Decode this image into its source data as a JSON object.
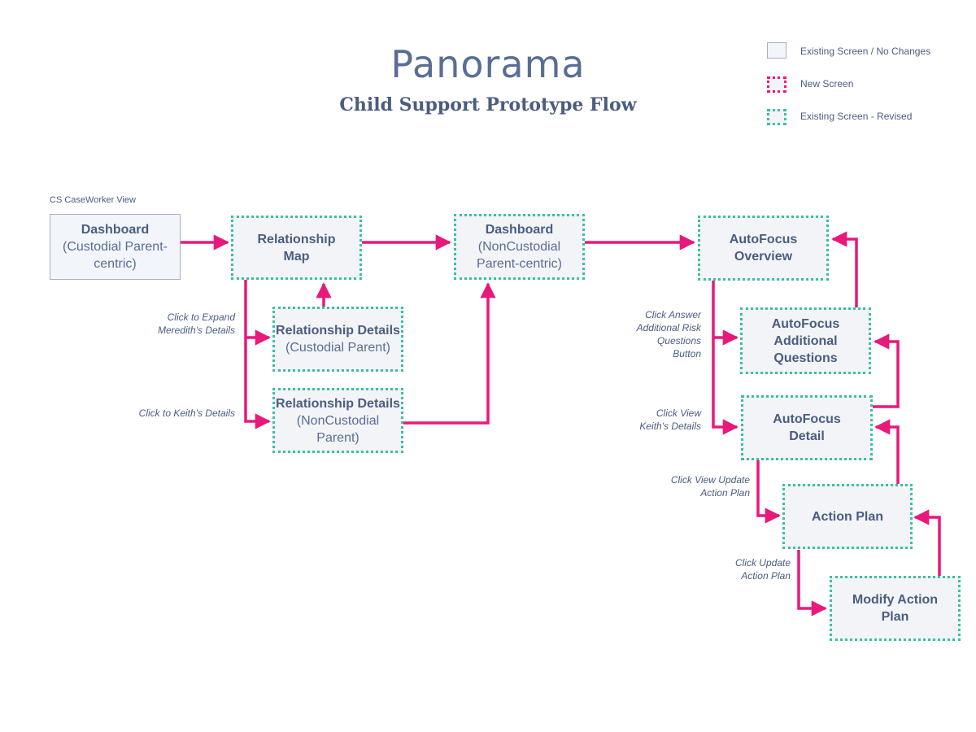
{
  "header": {
    "title": "Panorama",
    "subtitle": "Child Support Prototype Flow"
  },
  "legend": [
    {
      "style": "existing",
      "label": "Existing Screen / No Changes"
    },
    {
      "style": "new",
      "label": "New Screen"
    },
    {
      "style": "revised",
      "label": "Existing Screen - Revised"
    }
  ],
  "view_label": "CS CaseWorker View",
  "nodes": {
    "dashboard_cp": {
      "title": "Dashboard",
      "sub": "(Custodial Parent-centric)"
    },
    "relationship_map": {
      "title": "Relationship Map",
      "sub": ""
    },
    "rel_details_cp": {
      "title": "Relationship Details",
      "sub": "(Custodial Parent)"
    },
    "rel_details_ncp": {
      "title": "Relationship Details",
      "sub": "(NonCustodial Parent)"
    },
    "dashboard_ncp": {
      "title": "Dashboard",
      "sub": "(NonCustodial Parent-centric)"
    },
    "autofocus_overview": {
      "title": "AutoFocus Overview",
      "sub": ""
    },
    "autofocus_questions": {
      "title": "AutoFocus Additional Questions",
      "sub": ""
    },
    "autofocus_detail": {
      "title": "AutoFocus Detail",
      "sub": ""
    },
    "action_plan": {
      "title": "Action Plan",
      "sub": ""
    },
    "modify_action_plan": {
      "title": "Modify Action Plan",
      "sub": ""
    }
  },
  "edge_labels": {
    "expand_meredith": "Click to Expand Meredith's Details",
    "keith_details": "Click to Keith's Details",
    "answer_risk": "Click Answer Additional Risk Questions Button",
    "view_keith": "Click View Keith's Details",
    "view_update_plan": "Click View Update Action Plan",
    "update_plan": "Click Update Action Plan"
  },
  "colors": {
    "arrow": "#e8197a",
    "revised_border": "#3bbfa6",
    "new_border": "#e8197a",
    "text": "#4a5d80",
    "box_fill": "#f3f4f7"
  }
}
